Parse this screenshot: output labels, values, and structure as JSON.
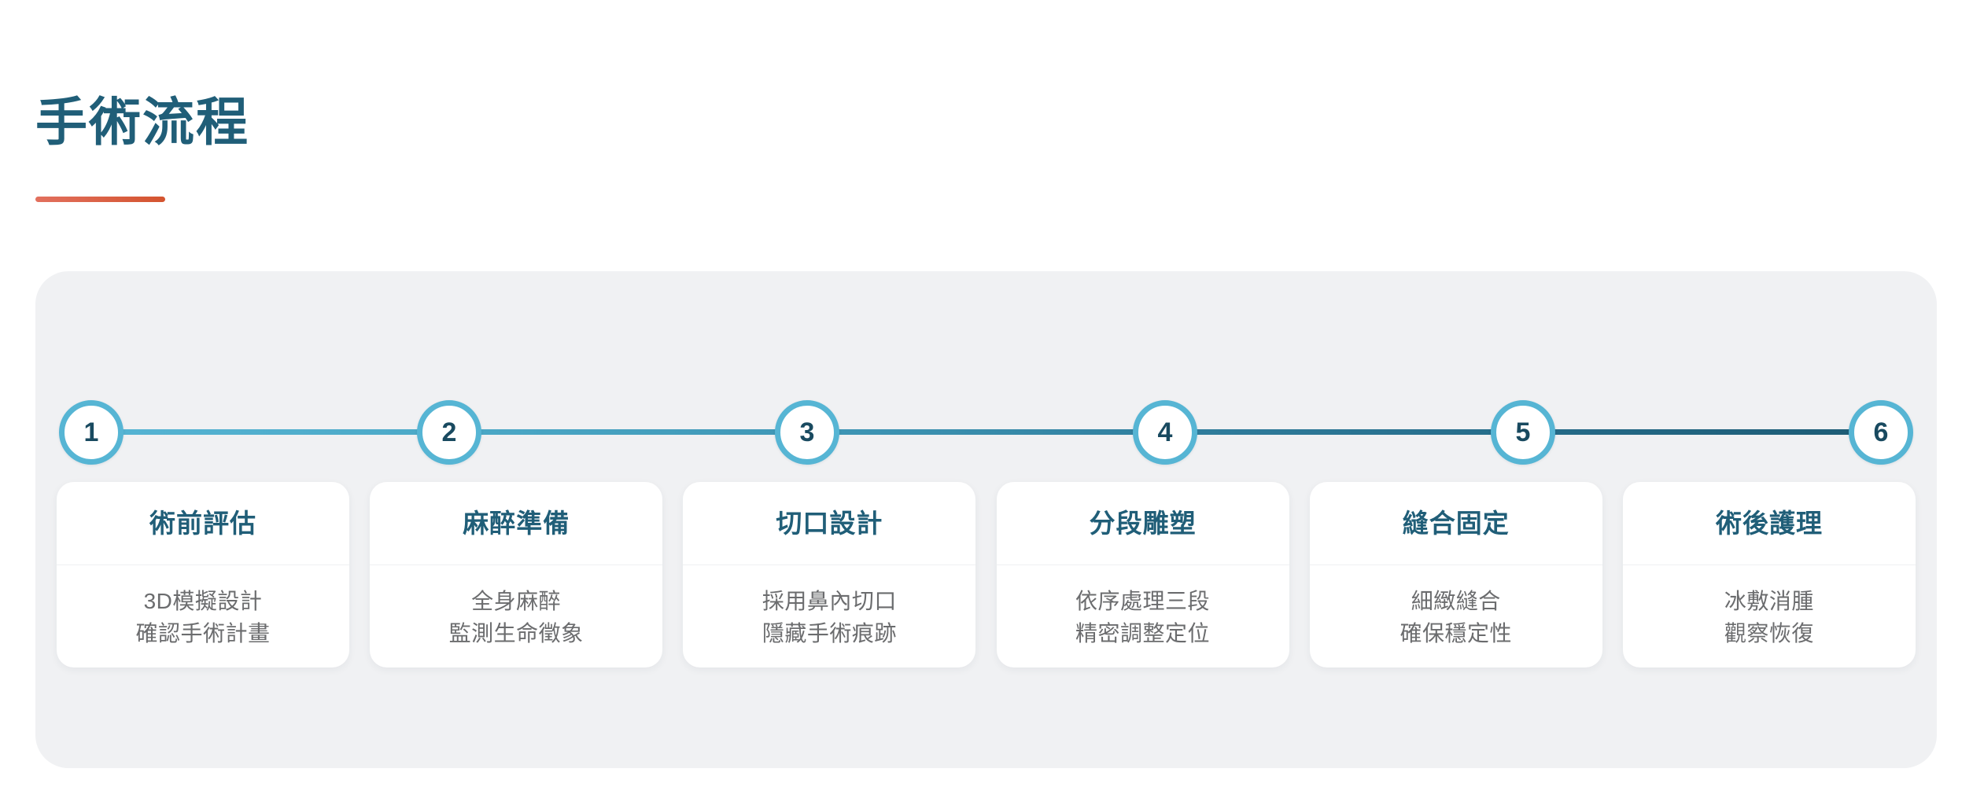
{
  "header": {
    "title": "手術流程",
    "accent_bar_color_from": "#E2705E",
    "accent_bar_color_to": "#D4542F",
    "title_color": "#205E78"
  },
  "theme": {
    "panel_background": "#F0F1F3",
    "card_background": "#FFFFFF",
    "node_border_color": "#56B5D4",
    "node_number_color": "#194A60",
    "track_gradient_from": "#56B5D4",
    "track_gradient_to": "#1C5A73",
    "body_text_color": "#6B6C6E"
  },
  "timeline": {
    "steps": [
      {
        "number": "1",
        "title": "術前評估",
        "lines": [
          "3D模擬設計",
          "確認手術計畫"
        ]
      },
      {
        "number": "2",
        "title": "麻醉準備",
        "lines": [
          "全身麻醉",
          "監測生命徵象"
        ]
      },
      {
        "number": "3",
        "title": "切口設計",
        "lines": [
          "採用鼻內切口",
          "隱藏手術痕跡"
        ]
      },
      {
        "number": "4",
        "title": "分段雕塑",
        "lines": [
          "依序處理三段",
          "精密調整定位"
        ]
      },
      {
        "number": "5",
        "title": "縫合固定",
        "lines": [
          "細緻縫合",
          "確保穩定性"
        ]
      },
      {
        "number": "6",
        "title": "術後護理",
        "lines": [
          "冰敷消腫",
          "觀察恢復"
        ]
      }
    ]
  }
}
